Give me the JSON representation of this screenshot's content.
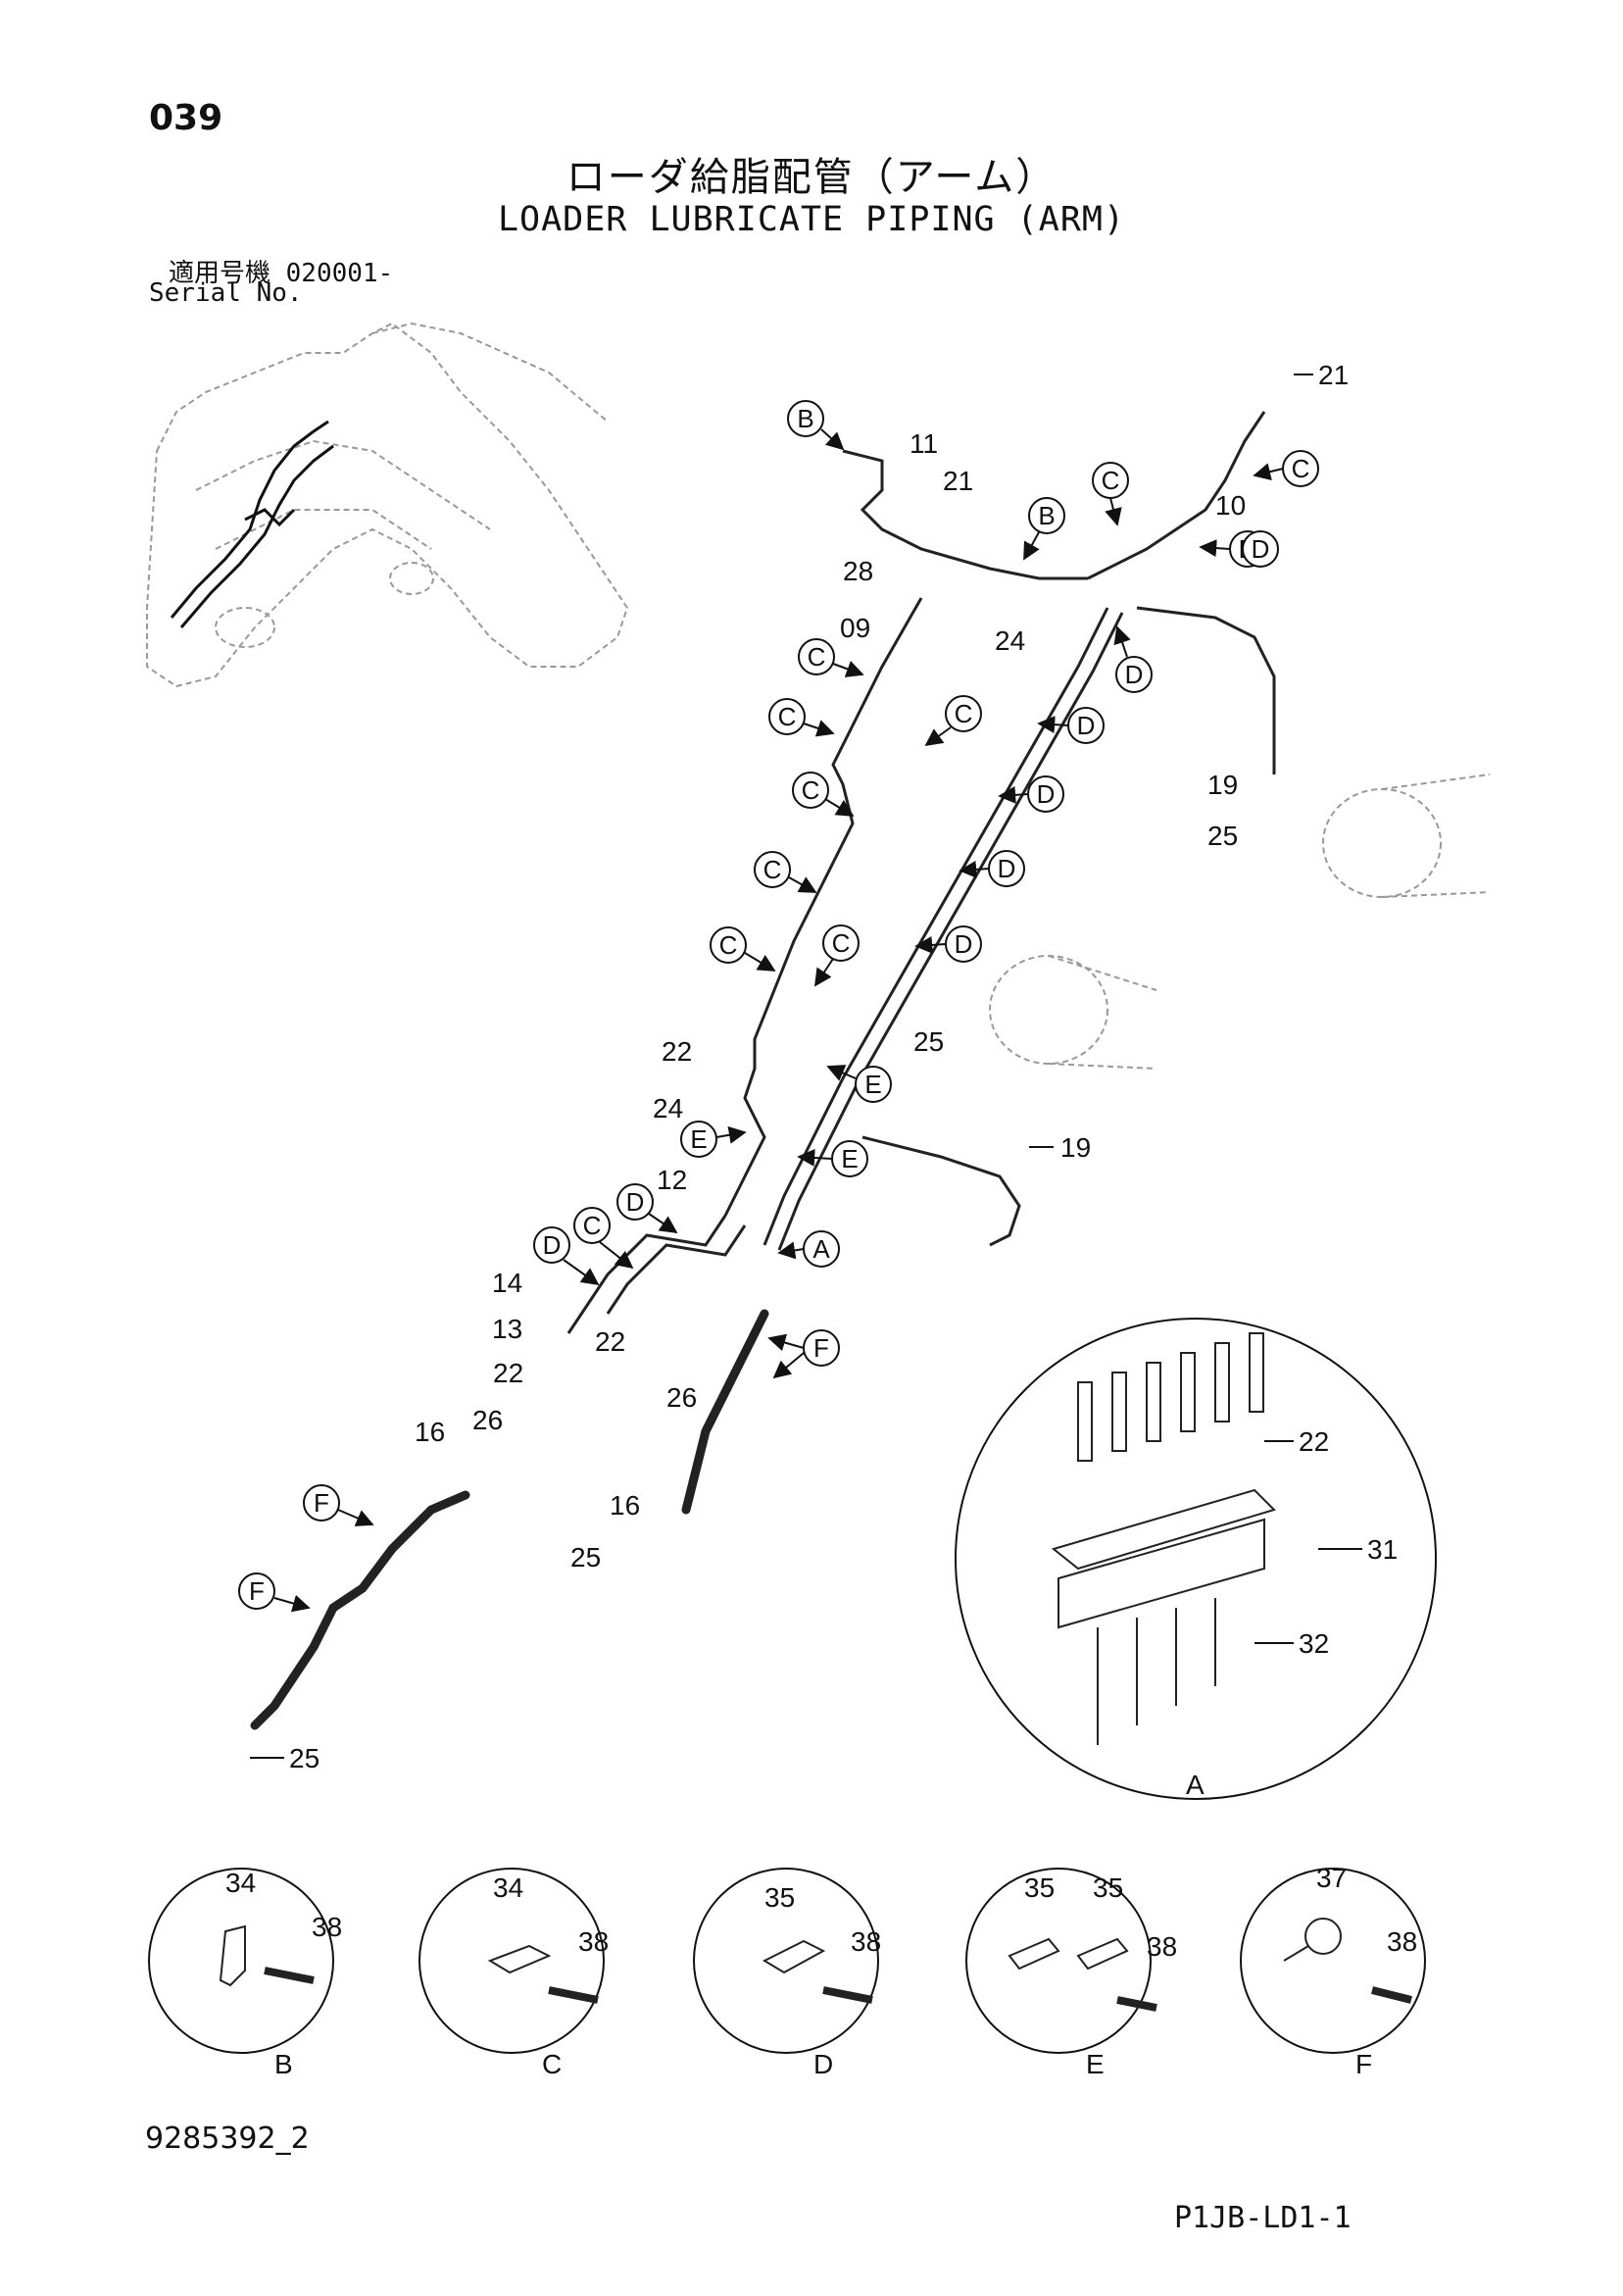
{
  "header": {
    "page_number": "039",
    "title_jp": "ローダ給脂配管（アーム）",
    "title_en": "LOADER LUBRICATE PIPING (ARM)",
    "serial_jp": "適用号機  020001-",
    "serial_en": "Serial No."
  },
  "part_numbers": [
    "21",
    "11",
    "21",
    "28",
    "09",
    "24",
    "10",
    "22",
    "24",
    "12",
    "14",
    "13",
    "22",
    "22",
    "26",
    "26",
    "16",
    "16",
    "19",
    "19",
    "25",
    "25",
    "25",
    "25",
    "22",
    "31",
    "32",
    "34",
    "38",
    "34",
    "38",
    "35",
    "38",
    "35",
    "35",
    "38",
    "37",
    "38"
  ],
  "callout_letters": [
    "A",
    "B",
    "C",
    "D",
    "E",
    "F"
  ],
  "detail_labels": [
    "A",
    "B",
    "C",
    "D",
    "E",
    "F"
  ],
  "footer": {
    "doc_number": "9285392_2",
    "sheet_id": "P1JB-LD1-1"
  }
}
